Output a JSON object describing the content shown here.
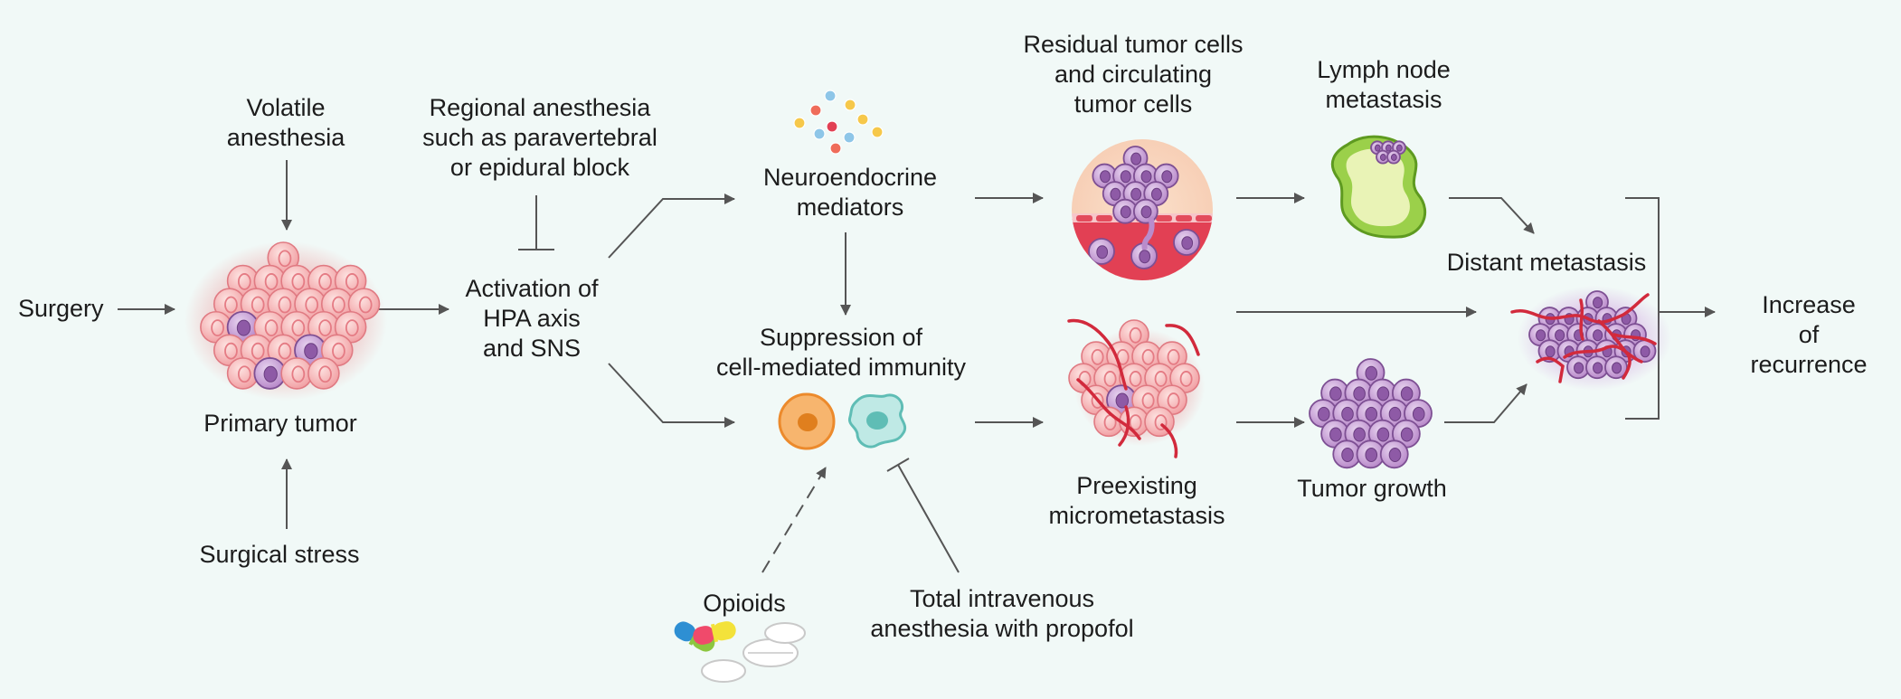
{
  "labels": {
    "surgery": "Surgery",
    "volatile_anesthesia": "Volatile\nanesthesia",
    "primary_tumor": "Primary tumor",
    "surgical_stress": "Surgical stress",
    "regional_anesthesia": "Regional anesthesia\nsuch as paravertebral\nor epidural block",
    "activation": "Activation of\nHPA axis\nand SNS",
    "neuroendocrine": "Neuroendocrine\nmediators",
    "suppression": "Suppression of\ncell-mediated immunity",
    "opioids": "Opioids",
    "tiva": "Total intravenous\nanesthesia with propofol",
    "residual_cells": "Residual tumor cells\nand circulating\ntumor cells",
    "preexisting": "Preexisting\nmicrometastasis",
    "lymph_node": "Lymph node\nmetastasis",
    "tumor_growth": "Tumor growth",
    "distant_metastasis": "Distant metastasis",
    "increase_recurrence": "Increase of\nrecurrence"
  },
  "colors": {
    "background": "#f1f9f7",
    "arrow": "#555555",
    "tumor_cell": "#f3a7a8",
    "tumor_cell_outline": "#e07a82",
    "metastatic_cell": "#b98ccc",
    "metastatic_outline": "#7d4f93",
    "vessel": "#d22a3c",
    "lymph_node": "#9bd04a",
    "immune_cell_orange": "#f39a3c",
    "immune_cell_teal": "#a8e1dc"
  }
}
